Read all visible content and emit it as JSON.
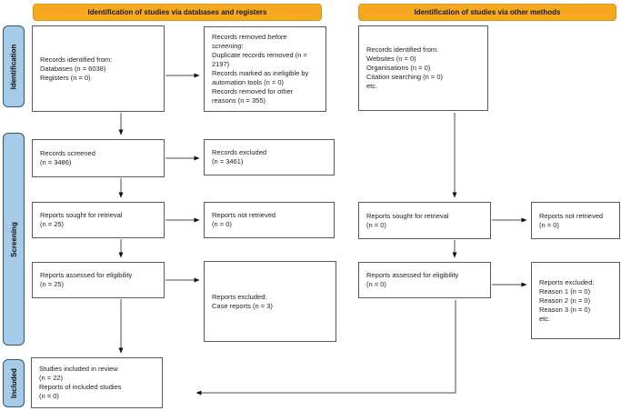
{
  "headers": {
    "databases_registers": "Identification of studies via databases and registers",
    "other_methods": "Identification of studies via other methods"
  },
  "stages": {
    "identification": "Identification",
    "screening": "Screening",
    "included": "Included"
  },
  "boxes": {
    "records_identified_databases": "Records identified from:\nDatabases (n = 6038)\nRegisters (n = 0)",
    "records_removed": {
      "prefix": "Records removed ",
      "italic": "before\nscreening",
      "suffix": ":",
      "body": "Duplicate records removed (n =\n2197)\nRecords marked as ineligible by\nautomation tools (n = 0)\nRecords removed for other\nreasons (n = 355)"
    },
    "records_screened": "Records screened\n(n = 3486)",
    "records_excluded": "Records excluded\n(n = 3461)",
    "reports_sought_databases": "Reports sought for retrieval\n(n = 25)",
    "reports_not_retrieved_databases": "Reports not retrieved\n(n = 0)",
    "reports_assessed_databases": "Reports assessed for eligibility\n(n = 25)",
    "reports_excluded_databases": "Reports excluded:\nCase reports (n = 3)",
    "studies_included": "Studies included in review\n(n = 22)\nReports of included studies\n(n = 0)",
    "records_identified_other": "Records identified from:\nWebsites (n = 0)\nOrganisations (n = 0)\nCitation searching (n = 0)\netc.",
    "reports_sought_other": "Reports sought for retrieval\n(n = 0)",
    "reports_not_retrieved_other": "Reports not retrieved\n(n = 0)",
    "reports_assessed_other": "Reports assessed for eligibility\n(n = 0)",
    "reports_excluded_other": "Reports excluded:\nReason 1 (n = 0)\nReason 2 (n = 0)\nReason 3 (n = 0)\netc."
  },
  "colors": {
    "header_fill": "#f6a81f",
    "header_border": "#d8931a",
    "stage_fill": "#a5cbe9",
    "stage_border": "#2f5773",
    "box_border": "#595959",
    "arrow_shaft": "#4d4d4d",
    "arrow_head": "#111111"
  }
}
